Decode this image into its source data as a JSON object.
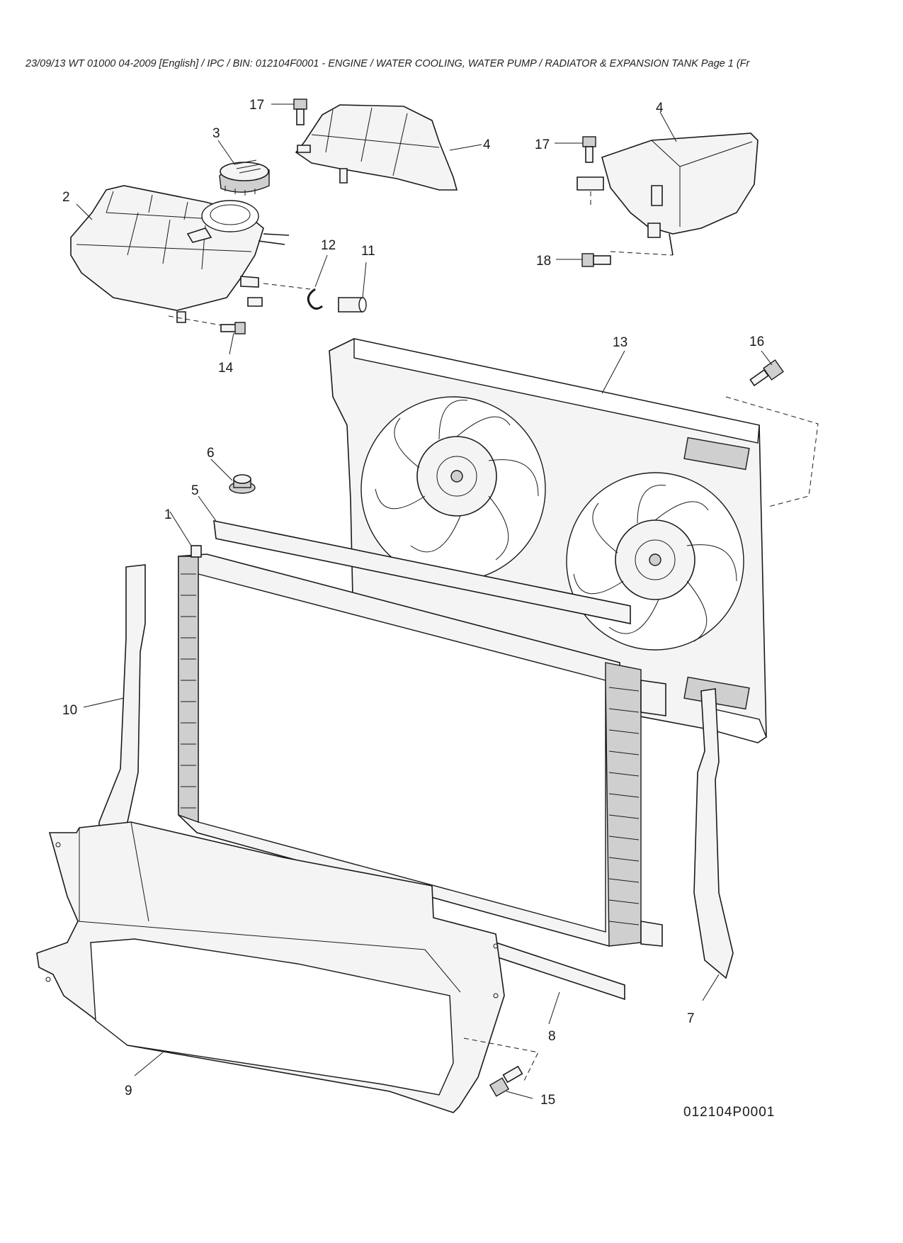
{
  "header": {
    "text": "23/09/13  WT 01000 04-2009 [English] / IPC / BIN: 012104F0001 - ENGINE / WATER COOLING, WATER PUMP / RADIATOR & EXPANSION TANK  Page 1  (Fr"
  },
  "callouts": {
    "c1": "1",
    "c2": "2",
    "c3": "3",
    "c4a": "4",
    "c4b": "4",
    "c5": "5",
    "c6": "6",
    "c7": "7",
    "c8": "8",
    "c9": "9",
    "c10": "10",
    "c11": "11",
    "c12": "12",
    "c13": "13",
    "c14": "14",
    "c15": "15",
    "c16": "16",
    "c17a": "17",
    "c17b": "17",
    "c18": "18"
  },
  "figure_ref": "012104P0001"
}
